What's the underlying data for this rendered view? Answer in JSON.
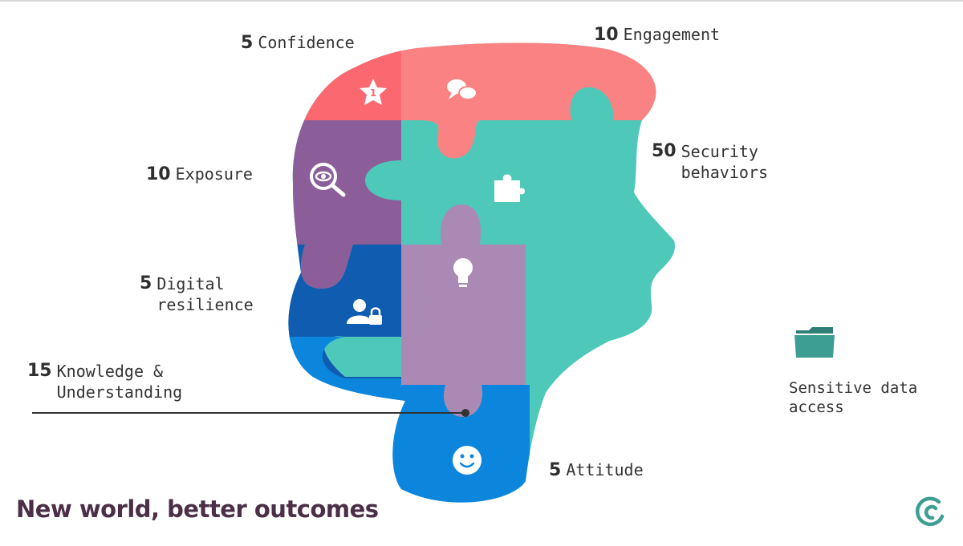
{
  "title": "New world, better outcomes",
  "colors": {
    "engagement": "#fb8282",
    "confidence": "#fb6870",
    "exposure": "#8b5e99",
    "security": "#4ec8b9",
    "digital": "#0f5cb0",
    "idea": "#aa89b5",
    "knowledge": "#0b86dc",
    "attitude": "#0b86dc",
    "title": "#4b2e47",
    "logo": "#3d9e93"
  },
  "labels": {
    "confidence": {
      "num": "5",
      "text": "Confidence"
    },
    "engagement": {
      "num": "10",
      "text": "Engagement"
    },
    "exposure": {
      "num": "10",
      "text": "Exposure"
    },
    "security": {
      "num": "50",
      "line1": "Security",
      "line2": "behaviors"
    },
    "digital": {
      "num": "5",
      "line1": "Digital",
      "line2": "resilience"
    },
    "knowledge": {
      "num": "15",
      "line1": "Knowledge &",
      "line2": "Understanding"
    },
    "attitude": {
      "num": "5",
      "text": "Attitude"
    }
  },
  "side_note": {
    "line1": "Sensitive data",
    "line2": "access",
    "icon": "folder-icon"
  },
  "icons": {
    "confidence": "star-badge-icon",
    "engagement": "chat-bubbles-icon",
    "exposure": "eye-magnifier-icon",
    "security": "puzzle-piece-icon",
    "digital": "user-lock-icon",
    "idea": "lightbulb-icon",
    "attitude": "smiley-icon",
    "logo": "company-logo-icon"
  }
}
